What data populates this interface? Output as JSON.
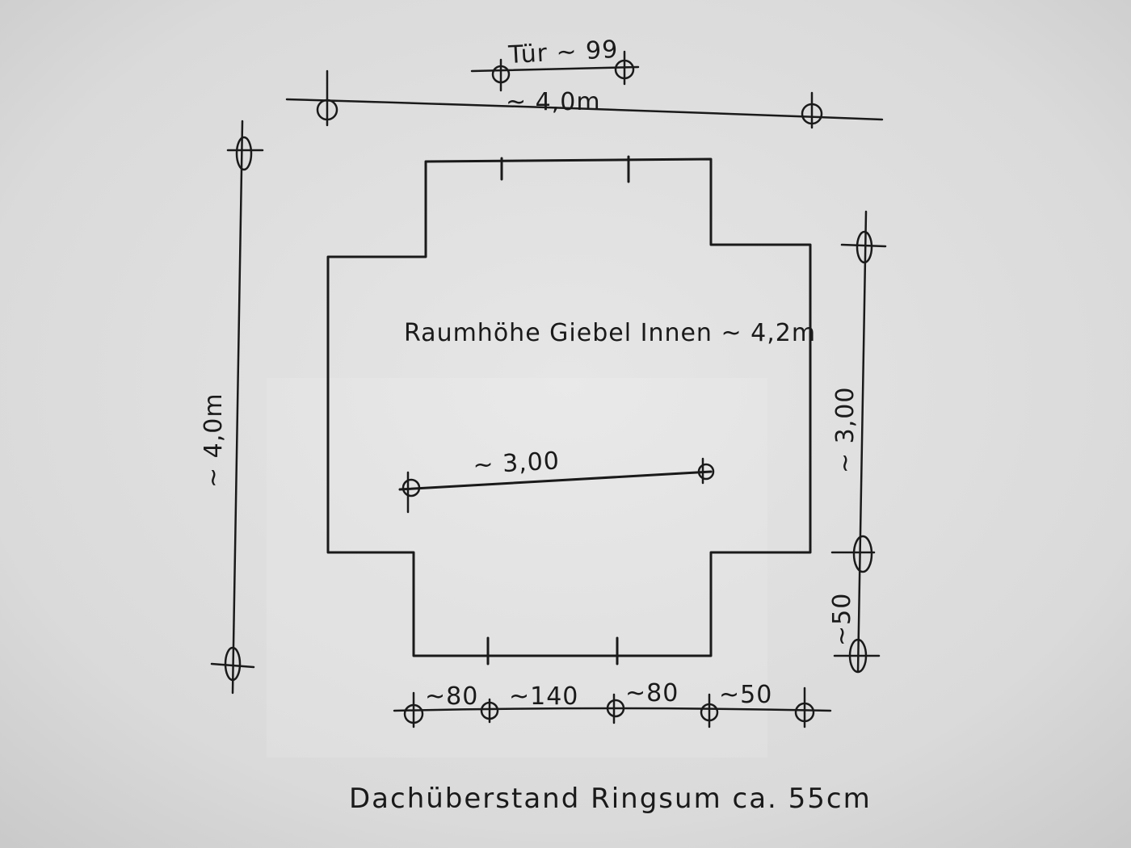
{
  "labels": {
    "door": "Tür ~ 99",
    "top_width": "~ 4,0m",
    "left_height": "~ 4,0m",
    "right_upper": "~ 3,00",
    "right_lower": "~50",
    "room_height": "Raumhöhe Giebel Innen ~ 4,2m",
    "inner_width": "~ 3,00",
    "bottom_seg_1": "~80",
    "bottom_seg_2": "~140",
    "bottom_seg_3": "~80",
    "bottom_seg_4": "~50",
    "roof_overhang": "Dachüberstand Ringsum ca. 55cm"
  },
  "colors": {
    "paper": "#dcdcdc",
    "ink": "#1a1a1a"
  }
}
